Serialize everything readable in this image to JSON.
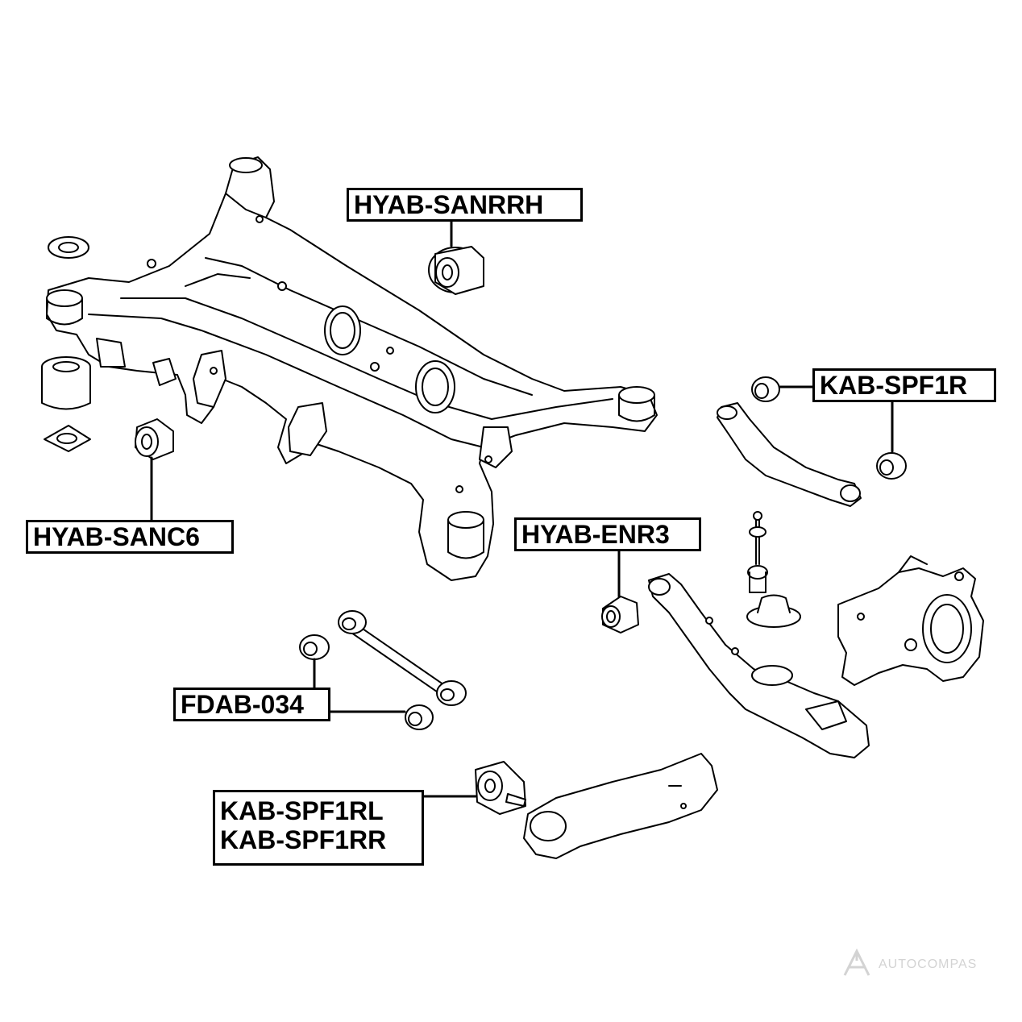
{
  "labels": {
    "hyab_sanrrh": "HYAB-SANRRH",
    "kab_spf1r": "KAB-SPF1R",
    "hyab_sanc6": "HYAB-SANC6",
    "hyab_enr3": "HYAB-ENR3",
    "fdab_034": "FDAB-034",
    "kab_spf1rl": "KAB-SPF1RL",
    "kab_spf1rr": "KAB-SPF1RR"
  },
  "watermark": {
    "text": "AUTOCOMPAS",
    "icon": "autocompas-logo-icon"
  },
  "colors": {
    "line": "#000000",
    "fill": "#ffffff",
    "watermark": "#d3d3d3"
  }
}
